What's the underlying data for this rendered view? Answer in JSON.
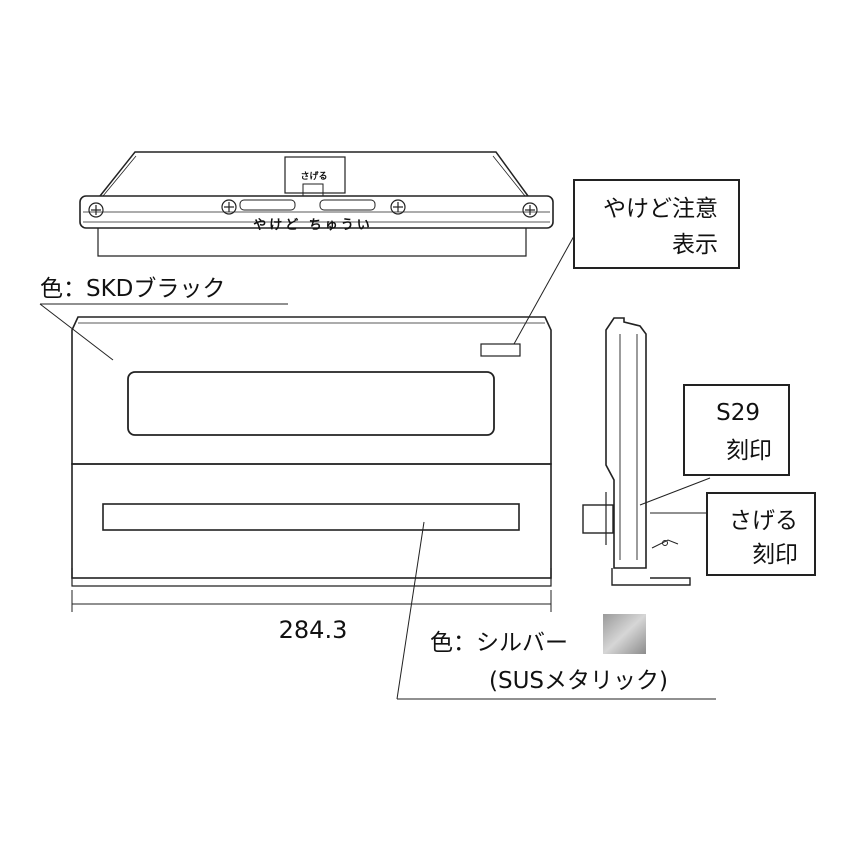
{
  "labels": {
    "warning_label": [
      "やけど注意",
      "表示"
    ],
    "cover_color": "色：SKDブラック",
    "panel_color": [
      "色：シルバー",
      "(SUSメタリック)"
    ],
    "s29_mark": [
      "S29",
      "刻印"
    ],
    "sageru_mark": [
      "さげる",
      "刻印"
    ],
    "dimension_width": "284.3",
    "top_view_caution": "やけど ちゅうい",
    "tab_marking": "さげる"
  },
  "colors": {
    "panel_silver": "#a8a8a8",
    "line": "#222222"
  }
}
